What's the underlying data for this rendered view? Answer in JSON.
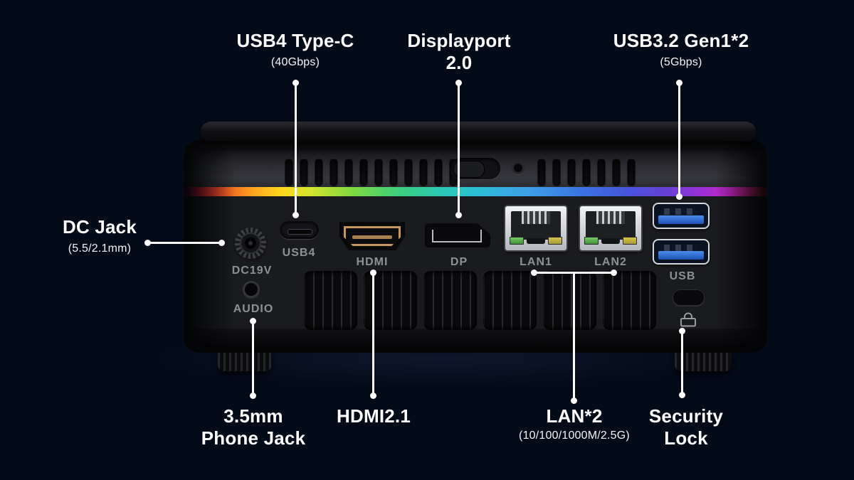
{
  "callouts": {
    "usb4_type_c": {
      "title": "USB4 Type-C",
      "subtitle": "(40Gbps)"
    },
    "displayport": {
      "title_line1": "Displayport",
      "title_line2": "2.0"
    },
    "usb32_gen1": {
      "title": "USB3.2 Gen1*2",
      "subtitle": "(5Gbps)"
    },
    "dc_jack": {
      "title": "DC Jack",
      "subtitle": "(5.5/2.1mm)"
    },
    "phone_jack": {
      "title_line1": "3.5mm",
      "title_line2": "Phone Jack"
    },
    "hdmi": {
      "title": "HDMI2.1"
    },
    "lan": {
      "title": "LAN*2",
      "subtitle": "(10/100/1000M/2.5G)"
    },
    "security_lock": {
      "title_line1": "Security",
      "title_line2": "Lock"
    }
  },
  "device": {
    "port_labels": {
      "dc": "DC19V",
      "usb4": "USB4",
      "audio": "AUDIO",
      "hdmi": "HDMI",
      "dp": "DP",
      "lan1": "LAN1",
      "lan2": "LAN2",
      "usb": "USB"
    },
    "icons": {
      "security_lock": "padlock-outline"
    }
  },
  "colors": {
    "background": "#030a18",
    "callout_text": "#ffffff",
    "port_label_text": "#8d9096",
    "usb_port_blue": "#2f6fd6",
    "lan_led_green": "#55b24a",
    "lan_led_yellow": "#c2b23e",
    "hdmi_gold": "#c9975c",
    "rgb_strip": [
      "#b81f9e",
      "#e02136",
      "#f25a22",
      "#ffa51f",
      "#ffd91f",
      "#cfe32e",
      "#7fd93f",
      "#3bcf7e",
      "#2bc9b4",
      "#2bbfd4",
      "#3f9fe8",
      "#3b74e4",
      "#4653dc",
      "#6a3fd8",
      "#9c2fd4",
      "#c926c4",
      "#e0268a",
      "#ff3040"
    ]
  }
}
